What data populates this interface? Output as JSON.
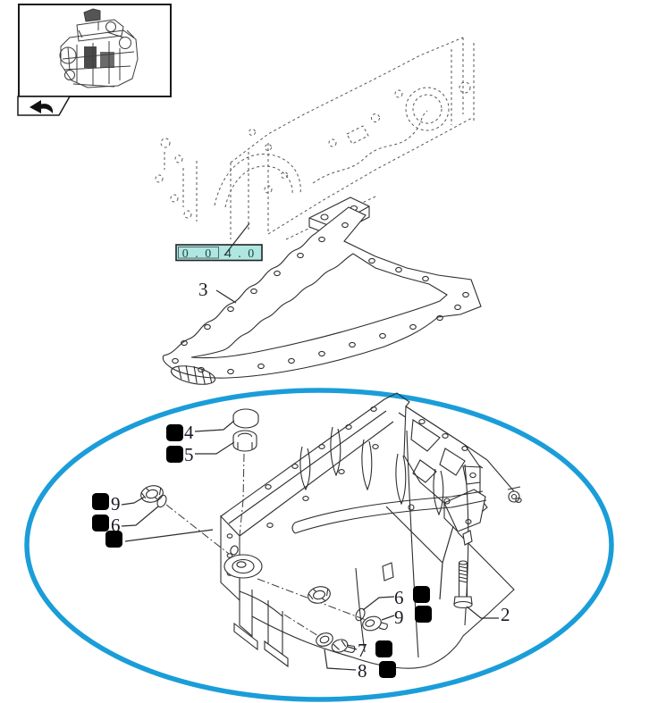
{
  "reference_label": {
    "left": "0 . 0",
    "right": "4 . 0"
  },
  "callouts": {
    "gasket": {
      "label": "3"
    },
    "cap": {
      "label": "4"
    },
    "bushing": {
      "label": "5"
    },
    "nut_left": {
      "label": "9"
    },
    "oring_left": {
      "label": "6"
    },
    "oring_bottom": {
      "label": "6"
    },
    "plug_bottom": {
      "label": "9"
    },
    "washer": {
      "label": "7"
    },
    "drain_plug": {
      "label": "8"
    },
    "bolt": {
      "label": "2"
    }
  },
  "colors": {
    "highlight_ellipse": "#1a9dd9",
    "ref_label_bg": "#afe7e0",
    "hotspot_bg": "#c9d4ee",
    "hotspot_dot": "#202e55"
  },
  "icons": {
    "back_arrow": "back-arrow",
    "hotspot": "part-detail-hotspot"
  }
}
